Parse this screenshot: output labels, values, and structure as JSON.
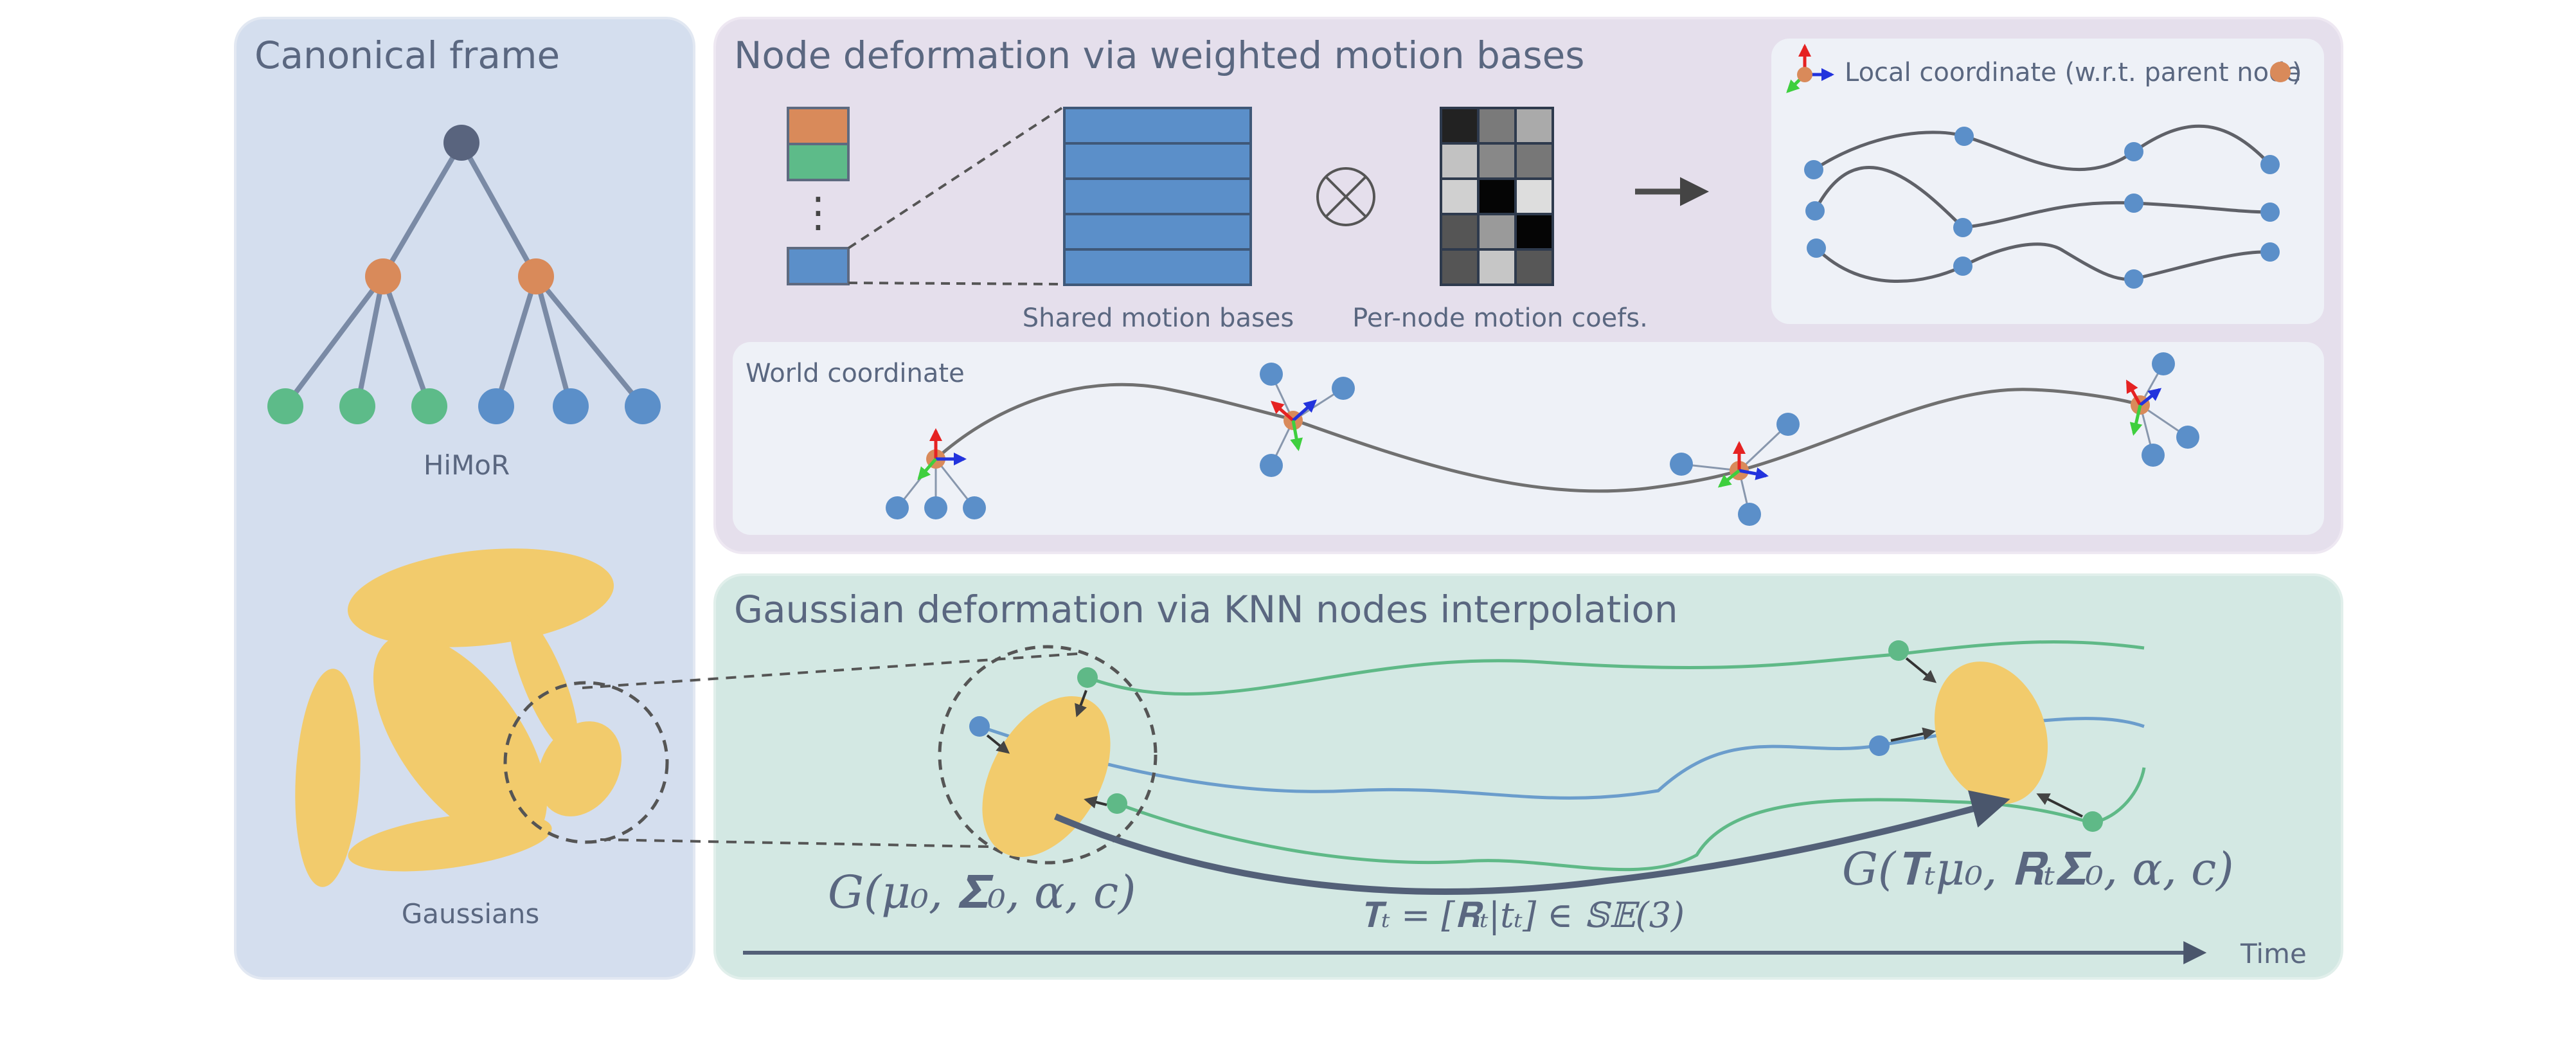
{
  "panels": {
    "canonical": {
      "title": "Canonical frame",
      "tree_label": "HiMoR",
      "gaussians_label": "Gaussians"
    },
    "node_deformation": {
      "title": "Node deformation via weighted motion bases",
      "shared_label": "Shared motion bases",
      "coef_label": "Per-node motion coefs.",
      "vertical_dots": "⋮",
      "local_label": "Local coordinate (w.r.t. parent node",
      "local_label_close": ")",
      "world_label": "World coordinate"
    },
    "gaussian_deformation": {
      "title": "Gaussian deformation via KNN nodes interpolation",
      "formula_left": "G(μ₀, 𝚺₀, α, c)",
      "formula_right": "G(𝐓ₜμ₀, 𝐑ₜ𝚺₀, α, c)",
      "transform": "𝐓ₜ = [𝐑ₜ|tₜ] ∈ 𝕊𝔼(3)",
      "time_label": "Time"
    }
  },
  "colors": {
    "canonical_bg": "#d4deee",
    "node_bg": "#e5dfec",
    "inner_bg": "#eef1f7",
    "gaussian_bg": "#d3e8e3",
    "root_node": "#59647e",
    "orange_node": "#d98a5a",
    "green_node": "#5dbb89",
    "blue_node": "#5b8fc9",
    "gaussian_fill": "#f2cb6c",
    "edge": "#7a8aa5",
    "curve_gray": "#707070",
    "curve_green": "#5fb987",
    "curve_blue": "#6b9dcc",
    "arrow_dark": "#58647a"
  },
  "coef_matrix": [
    [
      "#222222",
      "#7a7a7a",
      "#aaaaaa"
    ],
    [
      "#c2c2c2",
      "#888888",
      "#777777"
    ],
    [
      "#d0d0d0",
      "#050505",
      "#dddddd"
    ],
    [
      "#555555",
      "#9a9a9a",
      "#050505"
    ],
    [
      "#555555",
      "#c6c6c6",
      "#575757"
    ]
  ]
}
